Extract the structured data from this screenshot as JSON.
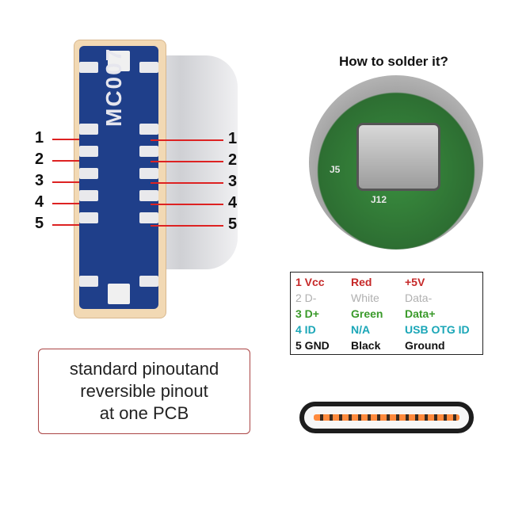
{
  "pcb": {
    "chip_label": "MC007",
    "left_pins": [
      "1",
      "2",
      "3",
      "4",
      "5"
    ],
    "right_pins": [
      "1",
      "2",
      "3",
      "4",
      "5"
    ]
  },
  "photo": {
    "title": "How to solder it?",
    "labels": [
      "J5",
      "J12"
    ]
  },
  "pinout_table": {
    "rows": [
      {
        "pin": "1 Vcc",
        "color": "Red",
        "signal": "+5V",
        "hex": "#c62828"
      },
      {
        "pin": "2 D-",
        "color": "White",
        "signal": "Data-",
        "hex": "#b0b0b0"
      },
      {
        "pin": "3 D+",
        "color": "Green",
        "signal": "Data+",
        "hex": "#3a9a2a"
      },
      {
        "pin": "4 ID",
        "color": "N/A",
        "signal": "USB OTG ID",
        "hex": "#1aa6b7"
      },
      {
        "pin": "5 GND",
        "color": "Black",
        "signal": "Ground",
        "hex": "#111111"
      }
    ]
  },
  "note": {
    "lines": [
      "standard pinoutand",
      "reversible pinout",
      "at one PCB"
    ]
  }
}
